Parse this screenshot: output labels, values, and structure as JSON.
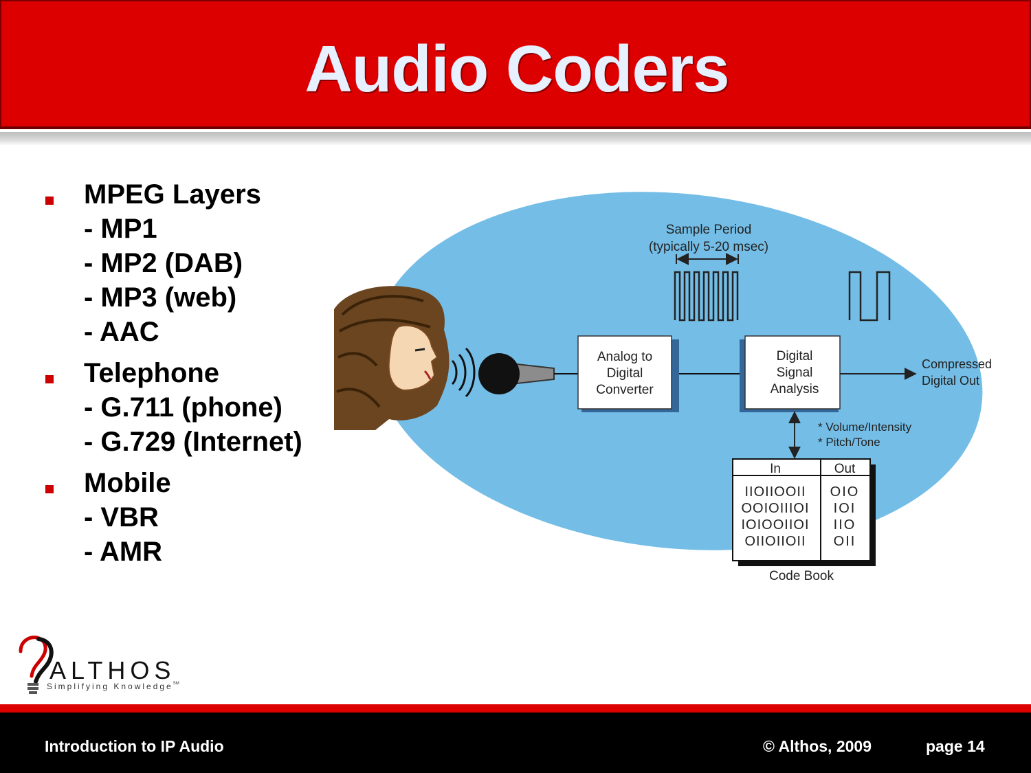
{
  "title": "Audio Coders",
  "bullets": [
    {
      "lines": [
        "MPEG Layers",
        "- MP1",
        "- MP2 (DAB)",
        "- MP3 (web)",
        "- AAC"
      ]
    },
    {
      "lines": [
        "Telephone",
        "- G.711 (phone)",
        "- G.729 (Internet)"
      ]
    },
    {
      "lines": [
        "Mobile",
        "- VBR",
        "- AMR"
      ]
    }
  ],
  "diagram": {
    "sample_period_line1": "Sample Period",
    "sample_period_line2": "(typically 5-20 msec)",
    "adc_line1": "Analog to",
    "adc_line2": "Digital",
    "adc_line3": "Converter",
    "dsp_line1": "Digital",
    "dsp_line2": "Signal",
    "dsp_line3": "Analysis",
    "output_line1": "Compressed",
    "output_line2": "Digital Out",
    "note1": "* Volume/Intensity",
    "note2": "* Pitch/Tone",
    "codebook_in_header": "In",
    "codebook_out_header": "Out",
    "codebook_rows": [
      {
        "in": "IIOIIOOII",
        "out": "OIO"
      },
      {
        "in": "OOIOIIIOI",
        "out": "IOI"
      },
      {
        "in": "IOIOOIIOI",
        "out": "IIO"
      },
      {
        "in": "OIIOIIOII",
        "out": "OII"
      }
    ],
    "codebook_label": "Code Book"
  },
  "logo": {
    "name": "ALTHOS",
    "tagline": "Simplifying Knowledge",
    "tm": "SM"
  },
  "footer": {
    "left": "Introduction to IP Audio",
    "copyright": "© Althos,  2009",
    "page": "page 14"
  },
  "colors": {
    "header_red": "#dd0000",
    "ellipse_blue": "#74bde6",
    "bullet_red": "#cc0000",
    "title_text": "#e6f0ff"
  }
}
